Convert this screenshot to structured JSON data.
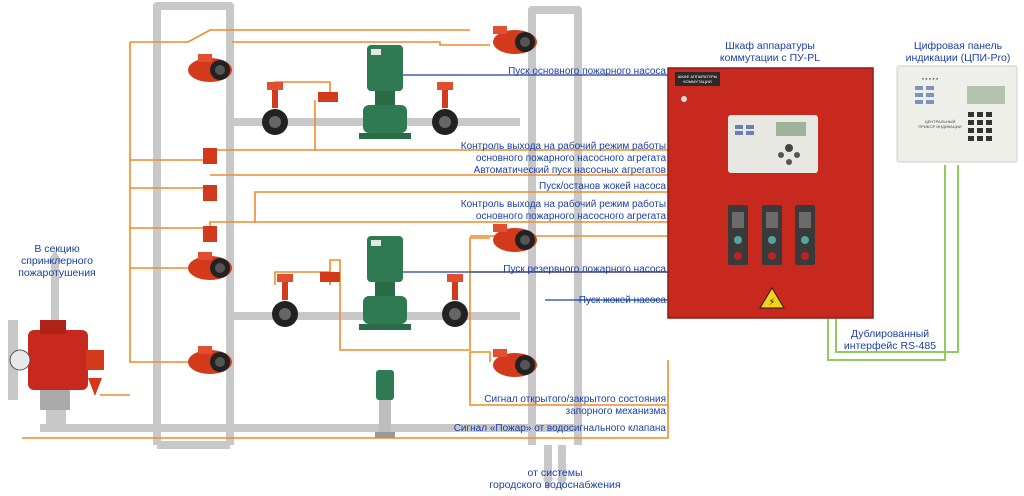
{
  "labels": {
    "sprinkler_section": [
      "В секцию",
      "спринклерного",
      "пожаротушения"
    ],
    "city_water": [
      "от системы",
      "городского водоснабжения"
    ],
    "cabinet_title": [
      "Шкаф аппаратуры",
      "коммутации с ПУ-PL"
    ],
    "panel_title": [
      "Цифровая панель",
      "индикации (ЦПИ-Pro)"
    ],
    "rs485": [
      "Дублированный",
      "интерфейс RS-485"
    ]
  },
  "signals": [
    {
      "lines": [
        "Пуск основного пожарного насоса"
      ]
    },
    {
      "lines": [
        "Контроль выхода на рабочий режим работы",
        "основного пожарного насосного агрегата"
      ]
    },
    {
      "lines": [
        "Автоматический пуск насосных агрегатов"
      ]
    },
    {
      "lines": [
        "Пуск/останов жокей насоса"
      ]
    },
    {
      "lines": [
        "Контроль выхода на рабочий режим работы",
        "основного пожарного насосного агрегата"
      ]
    },
    {
      "lines": [
        "Пуск резервного пожарного насоса"
      ]
    },
    {
      "lines": [
        "Пуск жокей насоса"
      ]
    },
    {
      "lines": [
        "Сигнал открытого/закрытого состояния",
        "запорного механизма"
      ]
    },
    {
      "lines": [
        "Сигнал «Пожар» от водосигнального клапана"
      ]
    }
  ],
  "cabinet_badge": [
    "ШКАФ АППАРАТУРЫ",
    "КОММУТАЦИИ"
  ],
  "panel_badge": [
    "ЦЕНТРАЛЬНЫЙ",
    "ПРИБОР ИНДИКАЦИИ"
  ],
  "colors": {
    "pipe": "#c8c8c8",
    "signal_wire": "#f08c28",
    "data_wire": "#5aa03c",
    "cabinet": "#c8291e",
    "pump": "#2f7a52",
    "valve": "#d33a1c",
    "text": "#1a3fa8"
  }
}
